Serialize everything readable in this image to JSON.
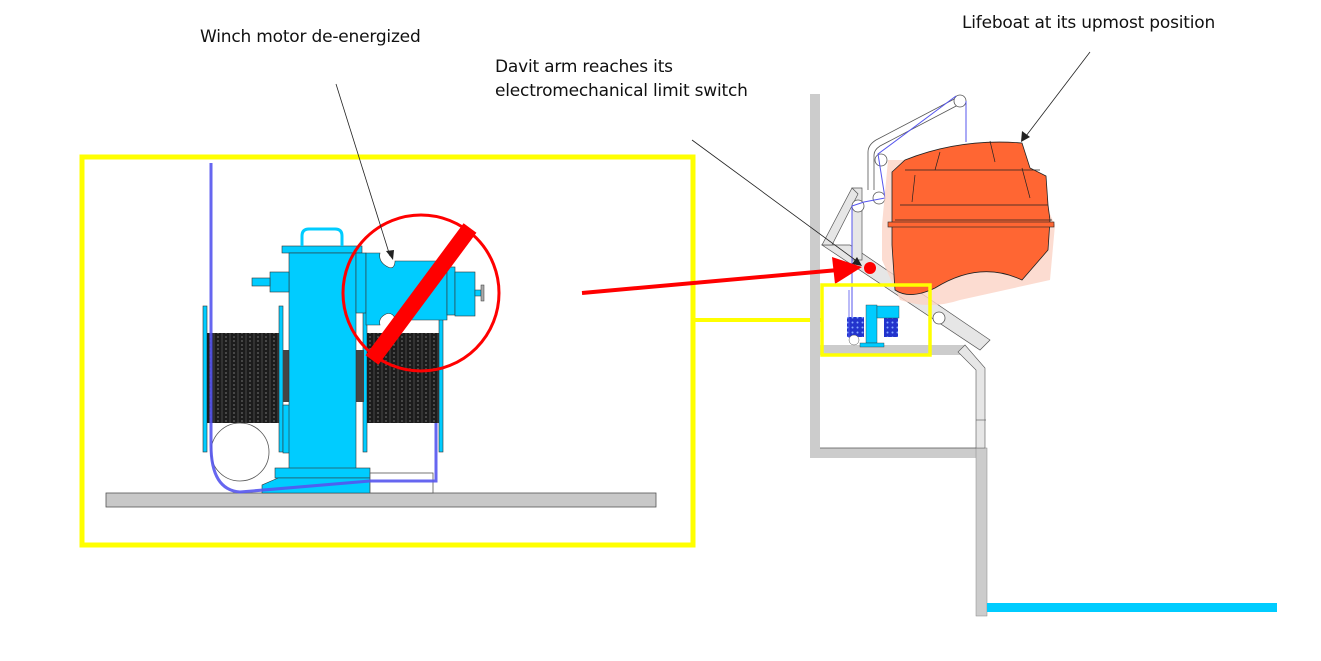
{
  "labels": {
    "winch_motor": "Winch motor de-energized",
    "davit_arm_line1": "Davit arm reaches its",
    "davit_arm_line2": "electromechanical limit switch",
    "lifeboat": "Lifeboat at its upmost position"
  },
  "colors": {
    "highlight_frame": "#ffff00",
    "winch_body": "#00ccff",
    "cable": "#5555ee",
    "drum": "#222222",
    "prohibition": "#ff0000",
    "lifeboat": "#ff6633",
    "lifeboat_ghost": "#fbd3c6",
    "structure": "#cccccc",
    "water": "#00ccff"
  },
  "states": {
    "winch_motor": "de-energized",
    "limit_switch": "reached",
    "lifeboat_position": "upmost"
  }
}
